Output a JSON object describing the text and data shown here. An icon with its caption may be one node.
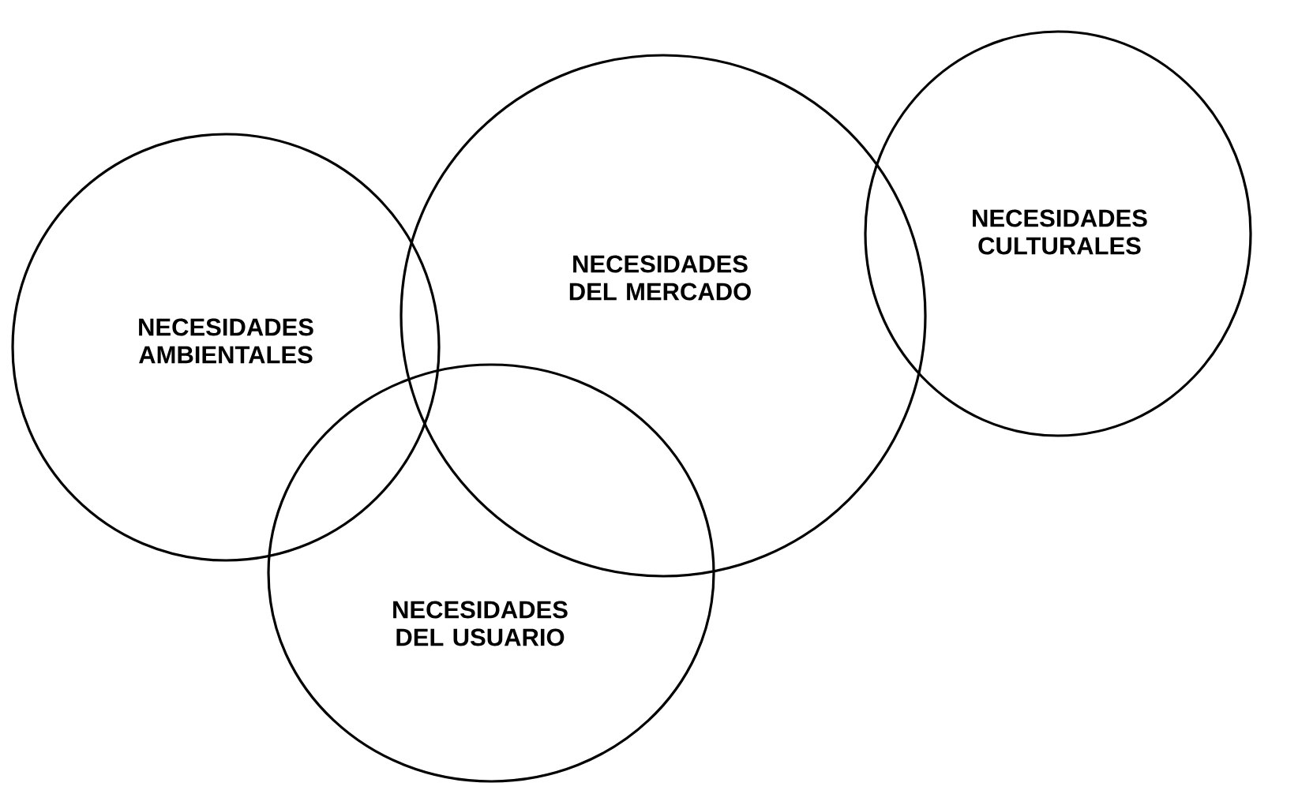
{
  "diagram": {
    "nodes": [
      {
        "text": [
          "NECESIDADES AMBIENTALES"
        ]
      },
      {
        "text": [
          "NECESIDADES DEL MERCADO"
        ]
      },
      {
        "text": [
          "NECESIDADES CULTURALES"
        ]
      },
      {
        "text": [
          "NECESIDADES DEL USUARIO"
        ]
      }
    ]
  }
}
